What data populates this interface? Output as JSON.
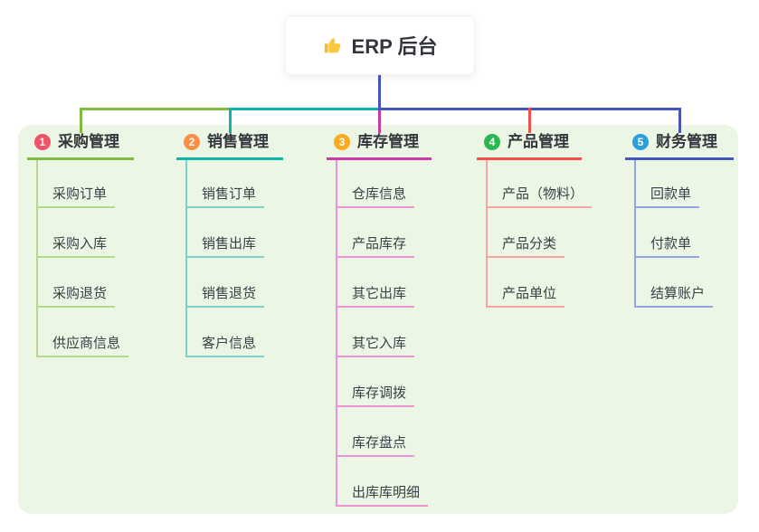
{
  "root": {
    "label": "ERP 后台",
    "icon": "thumbs-up-icon"
  },
  "colors": {
    "stem": "#4457bd",
    "panel_bg": "#ebf6e4",
    "text_dark": "#33373d",
    "node_bg": "#ffffff"
  },
  "branches": [
    {
      "number": "1",
      "label": "采购管理",
      "badge_color": "#f05468",
      "line_color": "#80ba40",
      "light_color": "#b5d98c",
      "children": [
        "采购订单",
        "采购入库",
        "采购退货",
        "供应商信息"
      ]
    },
    {
      "number": "2",
      "label": "销售管理",
      "badge_color": "#fa8e42",
      "line_color": "#10b3a8",
      "light_color": "#7fd1c9",
      "children": [
        "销售订单",
        "销售出库",
        "销售退货",
        "客户信息"
      ]
    },
    {
      "number": "3",
      "label": "库存管理",
      "badge_color": "#fbab1f",
      "line_color": "#c93ba3",
      "light_color": "#ef93d4",
      "children": [
        "仓库信息",
        "产品库存",
        "其它出库",
        "其它入库",
        "库存调拨",
        "库存盘点",
        "出库库明细"
      ]
    },
    {
      "number": "4",
      "label": "产品管理",
      "badge_color": "#2cb552",
      "line_color": "#f1504e",
      "light_color": "#f7a3a0",
      "children": [
        "产品（物料）",
        "产品分类",
        "产品单位"
      ]
    },
    {
      "number": "5",
      "label": "财务管理",
      "badge_color": "#2d9fdd",
      "line_color": "#4457bd",
      "light_color": "#92a5e2",
      "children": [
        "回款单",
        "付款单",
        "结算账户"
      ]
    }
  ]
}
